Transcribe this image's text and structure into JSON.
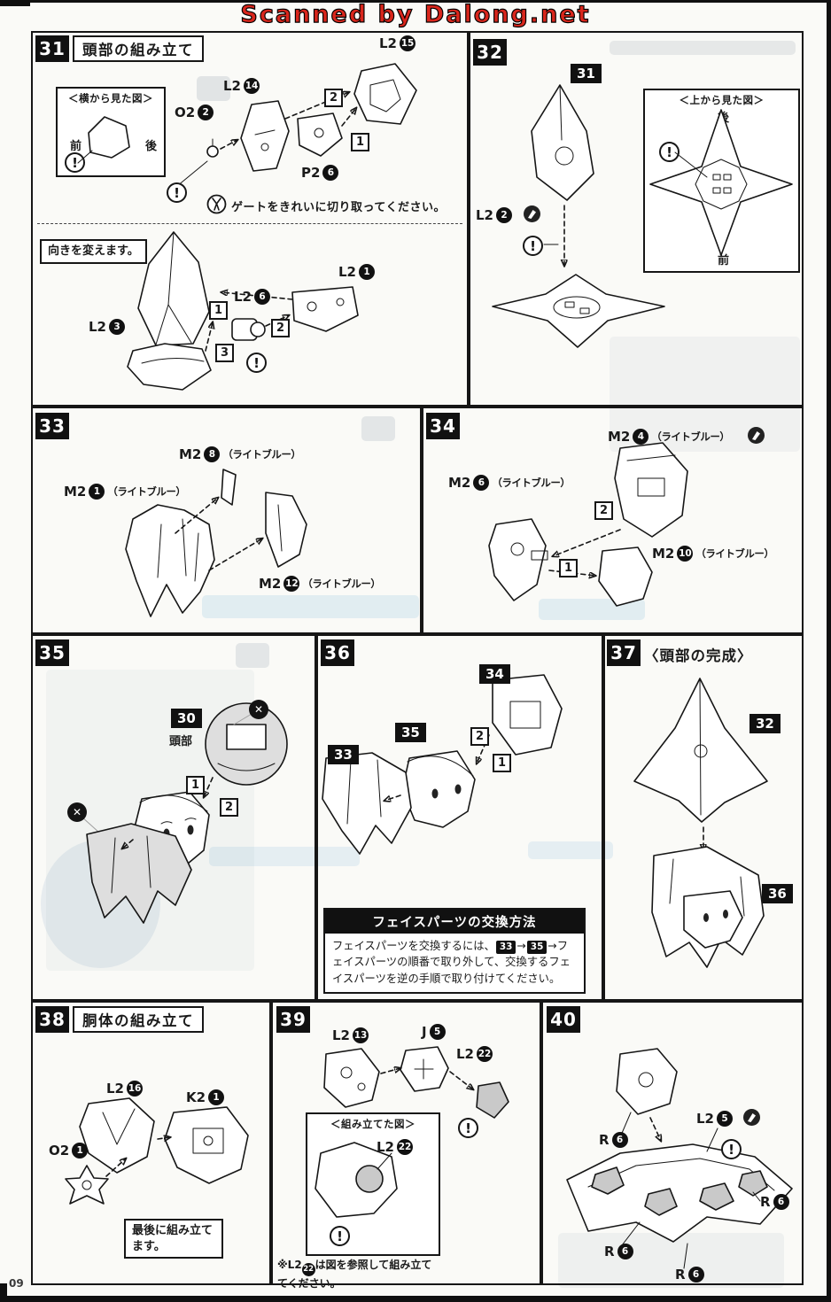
{
  "watermark": "Scanned by Dalong.net",
  "page_number": "09",
  "colors": {
    "watermark_red": "#d9261c",
    "ink": "#161616",
    "paper": "#fafaf7",
    "part_shade": "#dedede"
  },
  "icons": {
    "exclamation": "!",
    "cross": "✕"
  },
  "seq": {
    "one": "1",
    "two": "2",
    "three": "3"
  },
  "steps": {
    "s31": {
      "number": "31",
      "title": "頭部の組み立て",
      "side_view": {
        "title": "＜横から見た図＞",
        "front": "前",
        "back": "後"
      },
      "gate_note": "ゲートをきれいに切り取ってください。",
      "orientation_note": "向きを変えます。",
      "parts": {
        "o2_2": {
          "c": "O2",
          "n": "2"
        },
        "l2_14": {
          "c": "L2",
          "n": "14"
        },
        "l2_15": {
          "c": "L2",
          "n": "15"
        },
        "p2_6": {
          "c": "P2",
          "n": "6"
        },
        "l2_1": {
          "c": "L2",
          "n": "1"
        },
        "l2_6": {
          "c": "L2",
          "n": "6"
        },
        "l2_3": {
          "c": "L2",
          "n": "3"
        }
      }
    },
    "s32": {
      "number": "32",
      "ref_step": "31",
      "top_view": {
        "title": "＜上から見た図＞",
        "front": "前",
        "back": "後"
      },
      "parts": {
        "l2_2": {
          "c": "L2",
          "n": "2"
        }
      }
    },
    "s33": {
      "number": "33",
      "color_note": "（ライトブルー）",
      "parts": {
        "m2_8": {
          "c": "M2",
          "n": "8"
        },
        "m2_1": {
          "c": "M2",
          "n": "1"
        },
        "m2_12": {
          "c": "M2",
          "n": "12"
        }
      }
    },
    "s34": {
      "number": "34",
      "color_note": "（ライトブルー）",
      "parts": {
        "m2_4": {
          "c": "M2",
          "n": "4"
        },
        "m2_6": {
          "c": "M2",
          "n": "6"
        },
        "m2_10": {
          "c": "M2",
          "n": "10"
        }
      }
    },
    "s35": {
      "number": "35",
      "ref_step": "30",
      "ref_label": "頭部"
    },
    "s36": {
      "number": "36",
      "ref_steps": {
        "r34": "34",
        "r35": "35",
        "r33": "33"
      }
    },
    "s37": {
      "number": "37",
      "title": "〈頭部の完成〉",
      "ref_steps": {
        "r32": "32",
        "r36": "36"
      }
    },
    "s38": {
      "number": "38",
      "title": "胴体の組み立て",
      "note": "最後に組み立てます。",
      "parts": {
        "l2_16": {
          "c": "L2",
          "n": "16"
        },
        "k2_1": {
          "c": "K2",
          "n": "1"
        },
        "o2_1": {
          "c": "O2",
          "n": "1"
        }
      }
    },
    "s39": {
      "number": "39",
      "assembled_view_title": "＜組み立てた図＞",
      "footnote": {
        "pre": "※L2",
        "n": "22",
        "post": "は図を参照して組み立ててください。"
      },
      "parts": {
        "l2_13": {
          "c": "L2",
          "n": "13"
        },
        "j_5": {
          "c": "J",
          "n": "5"
        },
        "l2_22": {
          "c": "L2",
          "n": "22"
        }
      }
    },
    "s40": {
      "number": "40",
      "parts": {
        "r_6": {
          "c": "R",
          "n": "6"
        },
        "l2_5": {
          "c": "L2",
          "n": "5"
        }
      }
    }
  },
  "face_swap_note": {
    "title": "フェイスパーツの交換方法",
    "body_pre": "フェイスパーツを交換するには、",
    "step_a": "33",
    "arrow": "→",
    "step_b": "35",
    "body_post": "→フェイスパーツの順番で取り外して、交換するフェイスパーツを逆の手順で取り付けてください。"
  }
}
